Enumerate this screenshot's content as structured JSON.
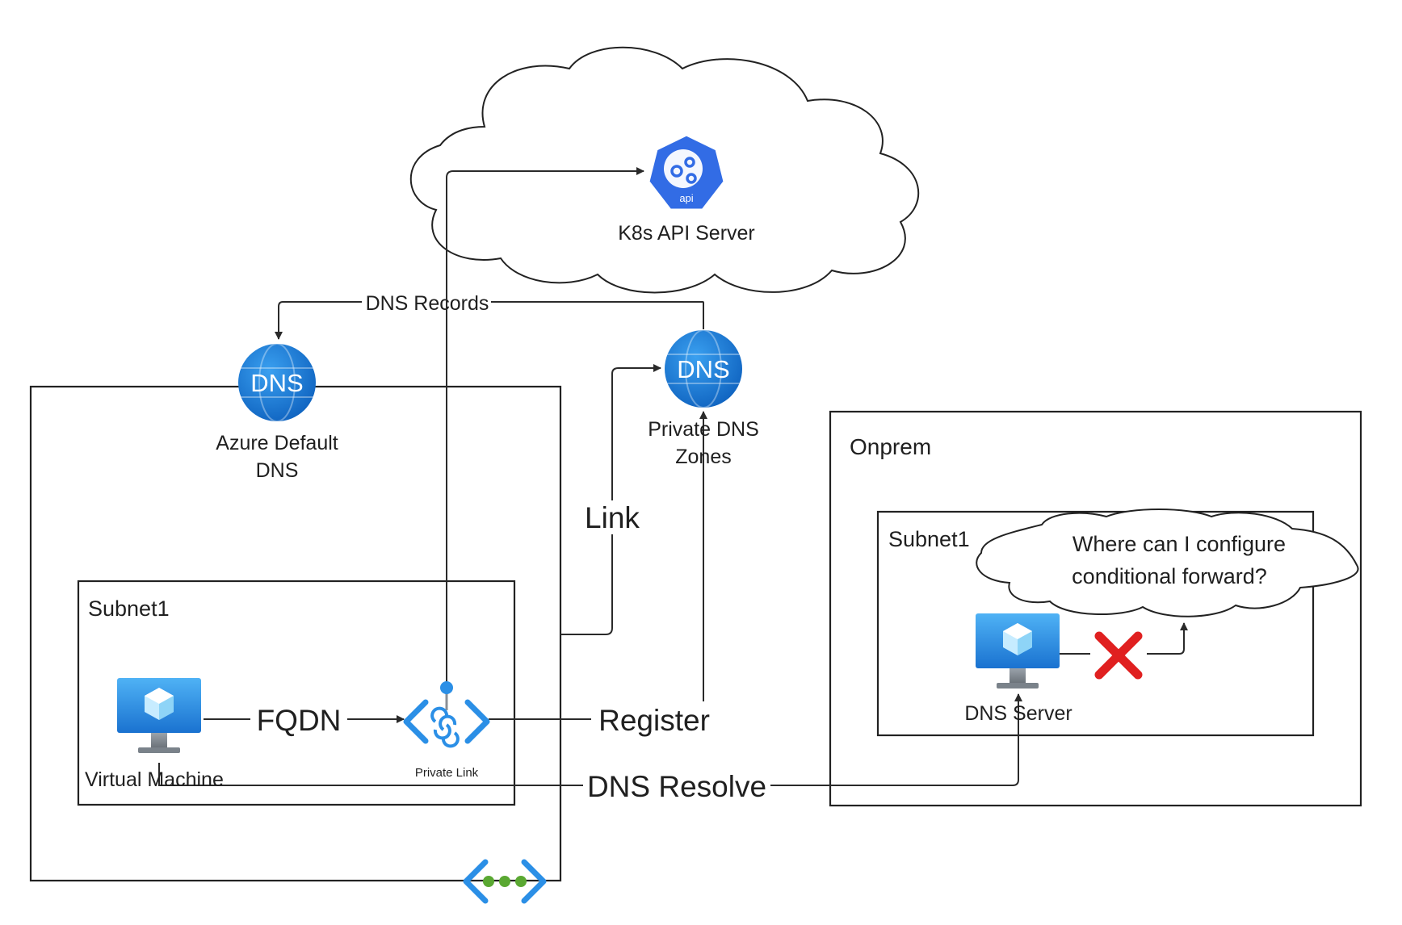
{
  "cloud": {
    "api_badge": "api",
    "label": "K8s API Server"
  },
  "edges": {
    "dns_records": "DNS Records",
    "link": "Link",
    "fqdn": "FQDN",
    "register": "Register",
    "dns_resolve": "DNS Resolve"
  },
  "azure_dns": {
    "icon_text": "DNS",
    "label_line1": "Azure Default",
    "label_line2": "DNS"
  },
  "private_dns": {
    "icon_text": "DNS",
    "label_line1": "Private DNS",
    "label_line2": "Zones"
  },
  "vnet": {
    "subnet_label": "Subnet1"
  },
  "vm": {
    "label": "Virtual Machine"
  },
  "private_link": {
    "label": "Private Link"
  },
  "onprem": {
    "title": "Onprem",
    "subnet_label": "Subnet1",
    "question_line1": "Where can I configure",
    "question_line2": "conditional forward?",
    "dns_server_label": "DNS Server"
  },
  "colors": {
    "azure_blue": "#1a7fd6",
    "k8s_blue": "#326ce5",
    "error_red": "#e02020",
    "dots_green": "#5aa832"
  }
}
